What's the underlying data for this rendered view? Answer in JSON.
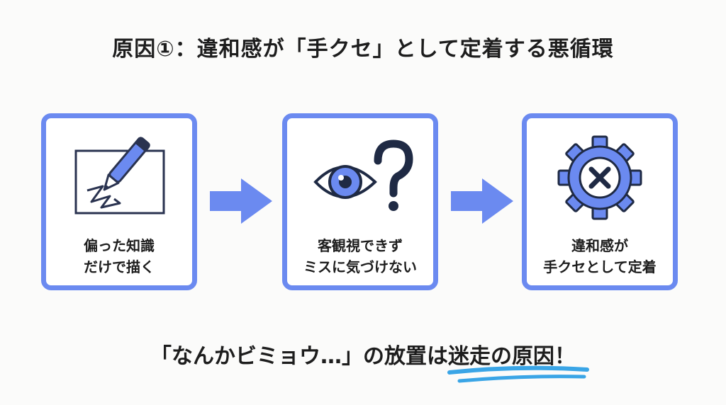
{
  "title": "原因①：違和感が「手クセ」として定着する悪循環",
  "steps": [
    {
      "line1": "偏った知識",
      "line2": "だけで描く",
      "icon": "pen-drawing-icon"
    },
    {
      "line1": "客観視できず",
      "line2": "ミスに気づけない",
      "icon": "eye-question-icon"
    },
    {
      "line1": "違和感が",
      "line2": "手クセとして定着",
      "icon": "gear-x-icon"
    }
  ],
  "bottom": {
    "prefix": "「なんかビミョウ…」の放置は",
    "highlight": "迷走",
    "suffix": "の原因！"
  },
  "colors": {
    "accent": "#6b8af0",
    "icon_dark": "#1f2a44",
    "underline": "#3aa5e6"
  }
}
